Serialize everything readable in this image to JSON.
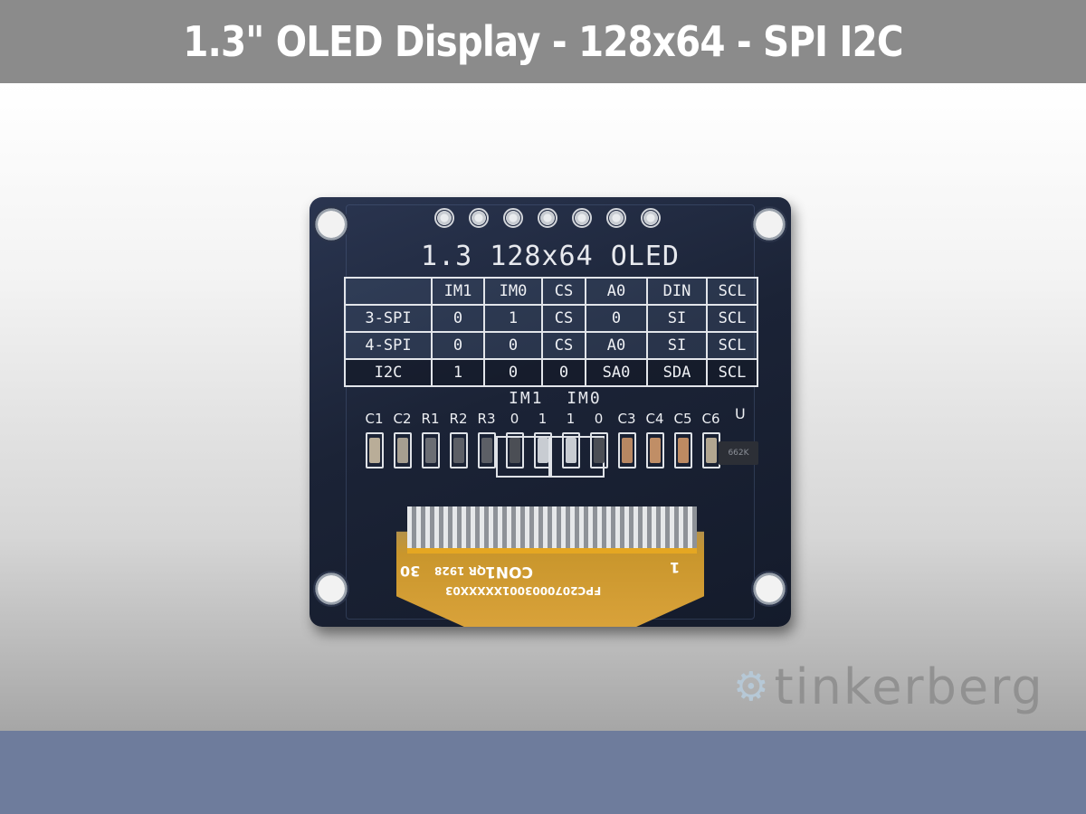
{
  "header": {
    "title": "1.3\" OLED Display - 128x64 - SPI I2C",
    "background": "#8b8b8b"
  },
  "footer": {
    "background": "#6e7c9c"
  },
  "product_image": {
    "board_title": "1.3 128x64 OLED",
    "header_pin_count": 7,
    "mode_table": {
      "columns": [
        "",
        "IM1",
        "IM0",
        "CS",
        "A0",
        "DIN",
        "SCL"
      ],
      "rows": [
        [
          "3-SPI",
          "0",
          "1",
          "CS",
          "0",
          "SI",
          "SCL"
        ],
        [
          "4-SPI",
          "0",
          "0",
          "CS",
          "A0",
          "SI",
          "SCL"
        ],
        [
          "I2C",
          "1",
          "0",
          "0",
          "SA0",
          "SDA",
          "SCL"
        ]
      ]
    },
    "jumper_labels": {
      "im1": "IM1",
      "im0": "IM0"
    },
    "components": [
      {
        "label": "C1",
        "color": "#b9ad98"
      },
      {
        "label": "C2",
        "color": "#a69e90"
      },
      {
        "label": "R1",
        "color": "#6b6e74"
      },
      {
        "label": "R2",
        "color": "#5c5f66"
      },
      {
        "label": "R3",
        "color": "#5c5f66"
      },
      {
        "label": "0",
        "color": "#4b4e55"
      },
      {
        "label": "1",
        "color": "#c8ccd2"
      },
      {
        "label": "1",
        "color": "#c8ccd2"
      },
      {
        "label": "0",
        "color": "#4b4e55"
      },
      {
        "label": "C3",
        "color": "#b88762"
      },
      {
        "label": "C4",
        "color": "#c08e66"
      },
      {
        "label": "C5",
        "color": "#bd8a62"
      },
      {
        "label": "C6",
        "color": "#b2a690"
      }
    ],
    "regulator": {
      "label": "U",
      "marking": "662K"
    },
    "fpc": {
      "pin_first": "1",
      "pin_last": "30",
      "connector_label": "CON1",
      "date_code": "QR 1928",
      "part_number": "FPC2070003001XXXXX03"
    }
  },
  "watermark": {
    "text": "tinkerberg",
    "icon": "gear-icon"
  }
}
